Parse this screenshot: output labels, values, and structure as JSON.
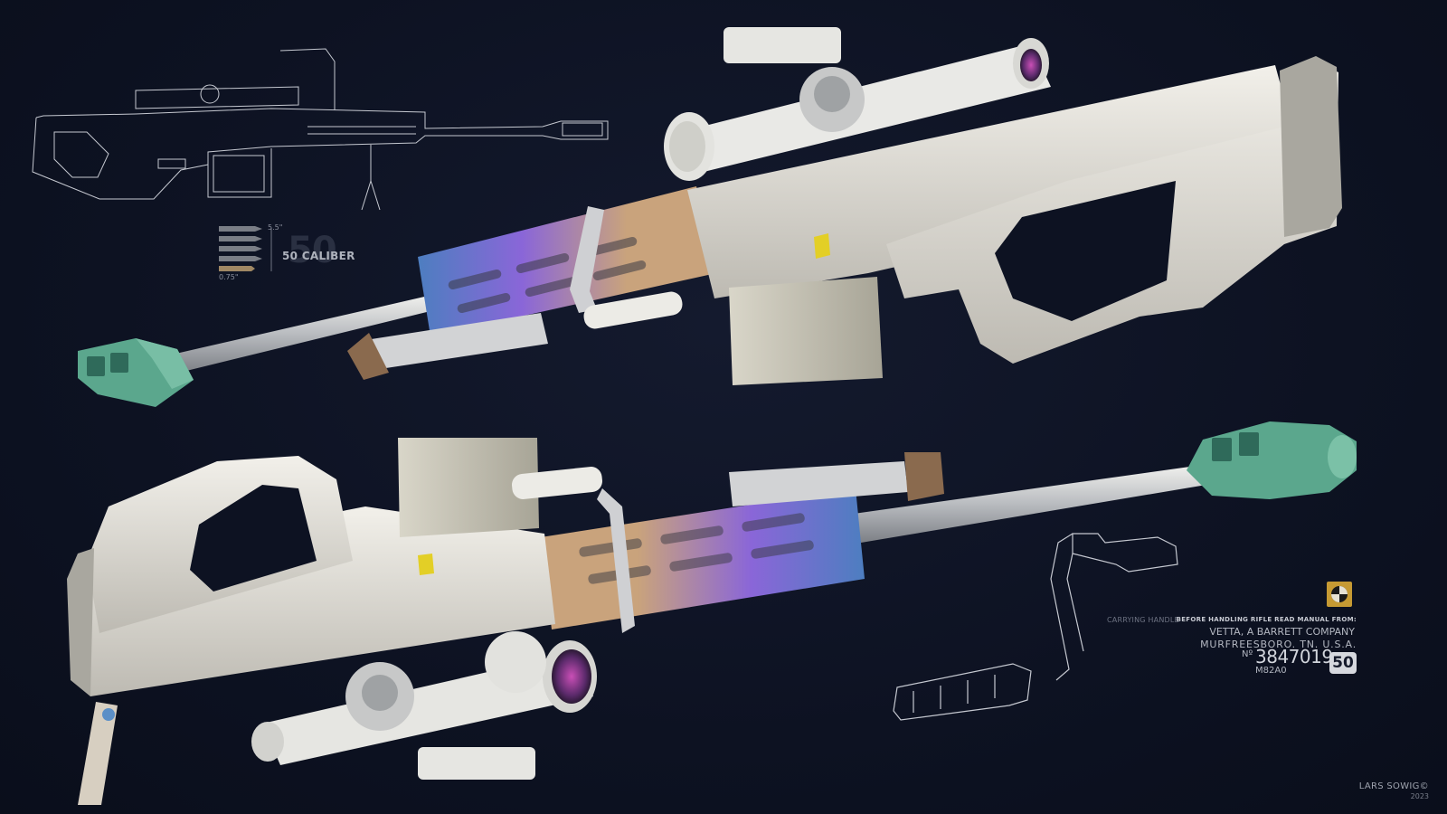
{
  "ammo": {
    "caliber_label": "50 CALIBER",
    "caliber_number": "50",
    "length_top": "5.5\"",
    "length_bottom": "0.75\""
  },
  "callouts": {
    "carrying_handle": "CARRYING HANDLE"
  },
  "manufacturer": {
    "notice": "BEFORE HANDLING RIFLE READ MANUAL FROM:",
    "company": "VETTA, A BARRETT COMPANY",
    "city": "MURFREESBORO. TN. U.S.A.",
    "serial_prefix": "Nº",
    "serial": "3847019",
    "model": "M82A0",
    "caliber_badge": "50"
  },
  "credit": {
    "artist": "LARS SOWIG©",
    "year": "2023"
  },
  "colors": {
    "background": "#0d1222",
    "body_white": "#e3e1da",
    "muzzle_teal": "#5ba78d",
    "rail_gold": "#c7a47a",
    "anodized_blue": "#5f8fc4",
    "anodized_purple": "#a66be0",
    "logo_gold": "#c69a33",
    "line_art": "#c5c8d0"
  }
}
